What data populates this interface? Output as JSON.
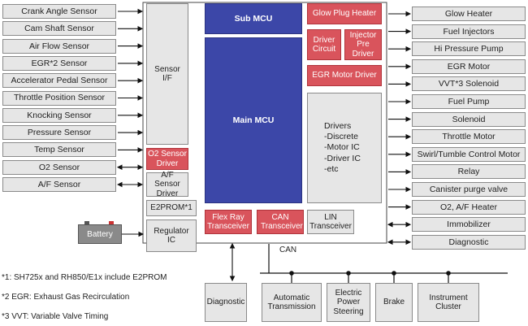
{
  "sensors": [
    "Crank Angle Sensor",
    "Cam Shaft Sensor",
    "Air Flow Sensor",
    "EGR*2 Sensor",
    "Accelerator Pedal Sensor",
    "Throttle Position Sensor",
    "Knocking Sensor",
    "Pressure Sensor",
    "Temp Sensor",
    "O2 Sensor",
    "A/F Sensor"
  ],
  "battery": "Battery",
  "ecu": {
    "sub_mcu": "Sub MCU",
    "main_mcu": "Main MCU",
    "sensor_if": "Sensor I/F",
    "o2_driver": "O2 Sensor Driver",
    "af_driver": "A/F Sensor Driver",
    "e2prom": "E2PROM*1",
    "regulator": "Regulator IC",
    "flexray": "Flex Ray Transceiver",
    "can_transceiver": "CAN Transceiver",
    "lin_transceiver": "LIN Transceiver",
    "glow_heater": "Glow Plug Heater",
    "driver_circuit": "Driver Circuit",
    "injector_pre_driver": "Injector Pre Driver",
    "egr_motor_driver": "EGR Motor Driver",
    "drivers": "Drivers\n-Discrete\n-Motor IC\n-Driver IC\n-etc"
  },
  "outputs": [
    "Glow Heater",
    "Fuel Injectors",
    "Hi Pressure Pump",
    "EGR Motor",
    "VVT*3 Solenoid",
    "Fuel Pump",
    "Solenoid",
    "Throttle Motor",
    "Swirl/Tumble Control Motor",
    "Relay",
    "Canister purge valve",
    "O2, A/F Heater",
    "Immobilizer",
    "Diagnostic"
  ],
  "can_label": "CAN",
  "bottom": [
    "Diagnostic",
    "Automatic Transmission",
    "Electric Power Steering",
    "Brake",
    "Instrument Cluster"
  ],
  "notes": [
    "*1: SH725x and RH850/E1x include E2PROM",
    "*2 EGR: Exhaust Gas Recirculation",
    "*3 VVT: Variable Valve Timing"
  ]
}
